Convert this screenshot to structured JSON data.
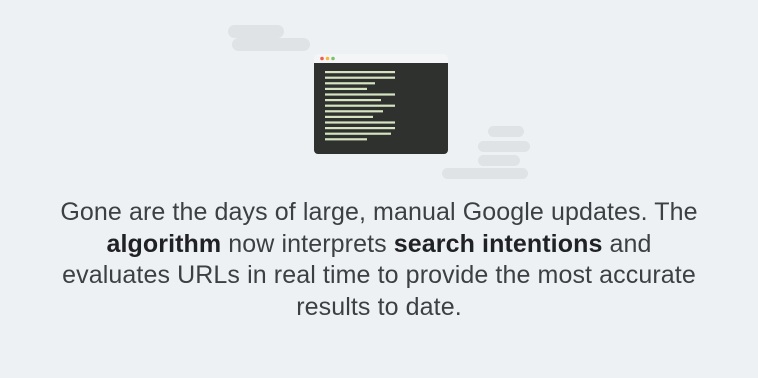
{
  "illustration": {
    "name": "code-window-illustration",
    "colors": {
      "cloud": "#dfe3e6",
      "window_bar": "#f4f5f6",
      "window_body": "#2f312f",
      "code_line": "#d6e3c0",
      "dot_red": "#f25a4b",
      "dot_yellow": "#f6b93b",
      "dot_green": "#7bc26a"
    },
    "code_line_count": 14
  },
  "message": {
    "part1": "Gone are the days of large, manual Google updates. The ",
    "bold1": "algorithm",
    "part2": " now interprets ",
    "bold2": "search intentions",
    "part3": " and evaluates URLs in real time to provide the most accurate results to date."
  }
}
